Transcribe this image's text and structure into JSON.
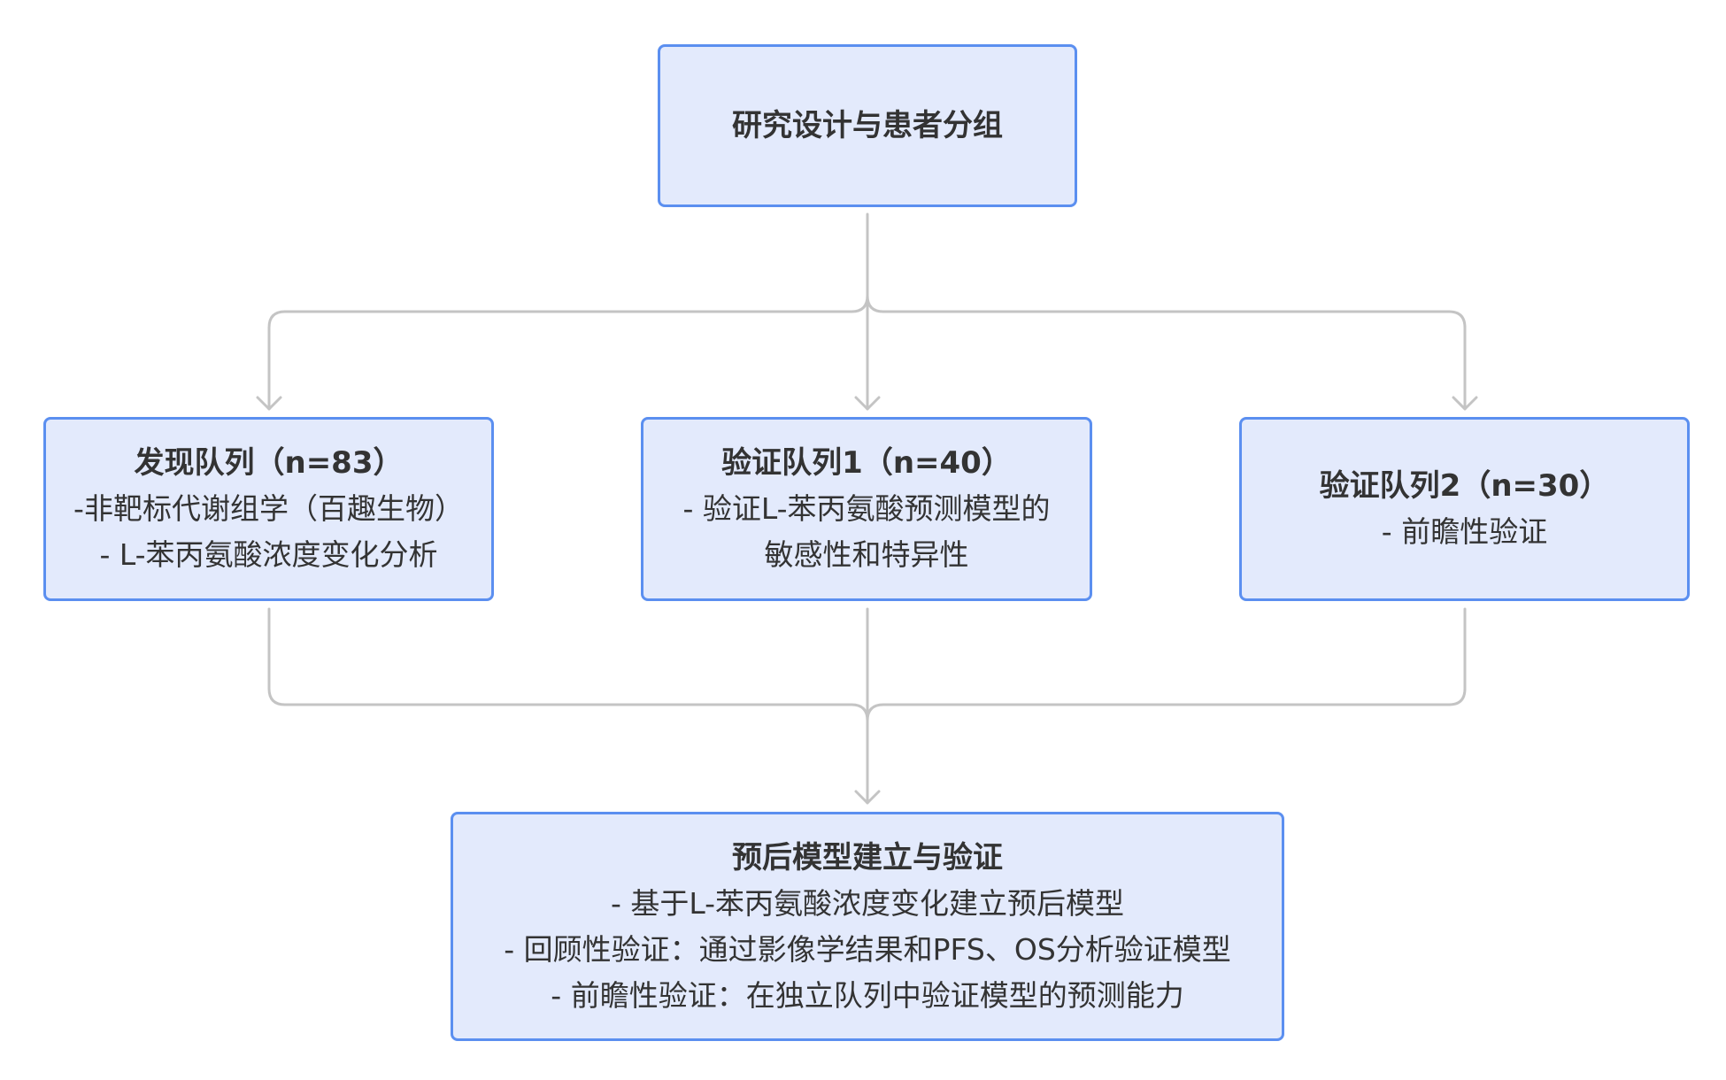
{
  "colors": {
    "node_fill": "#e3eafc",
    "node_border": "#5b8ff0",
    "connector": "#c4c4c4",
    "text": "#333333"
  },
  "nodes": {
    "top": {
      "title": "研究设计与患者分组"
    },
    "discovery": {
      "title": "发现队列（n=83）",
      "lines": [
        "-非靶标代谢组学（百趣生物）",
        "- L-苯丙氨酸浓度变化分析"
      ]
    },
    "validation1": {
      "title": "验证队列1（n=40）",
      "lines": [
        "- 验证L-苯丙氨酸预测模型的",
        "敏感性和特异性"
      ]
    },
    "validation2": {
      "title": "验证队列2（n=30）",
      "lines": [
        "- 前瞻性验证"
      ]
    },
    "bottom": {
      "title": "预后模型建立与验证",
      "lines": [
        "- 基于L-苯丙氨酸浓度变化建立预后模型",
        "- 回顾性验证：通过影像学结果和PFS、OS分析验证模型",
        "- 前瞻性验证：在独立队列中验证模型的预测能力"
      ]
    }
  }
}
